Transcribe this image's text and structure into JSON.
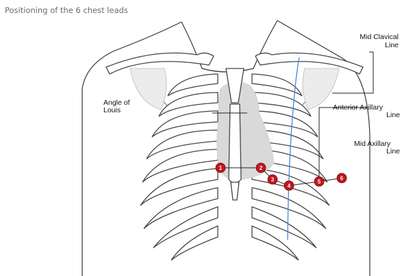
{
  "caption": "Positioning of the 6 chest leads",
  "labels": {
    "mid_clavical": [
      "Mid Clavical",
      "Line"
    ],
    "angle_of_louis": [
      "Angle of",
      "Louis"
    ],
    "anterior_axillary": [
      "Anterior Axillary",
      "Line"
    ],
    "mid_axillary": [
      "Mid Axillary",
      "Line"
    ]
  },
  "leads": [
    "1",
    "2",
    "3",
    "4",
    "5",
    "6"
  ],
  "colors": {
    "lead_marker": "#c0171e",
    "mid_clavicular_line": "#4a8fd8",
    "heart_area": "#d9d9d9"
  }
}
